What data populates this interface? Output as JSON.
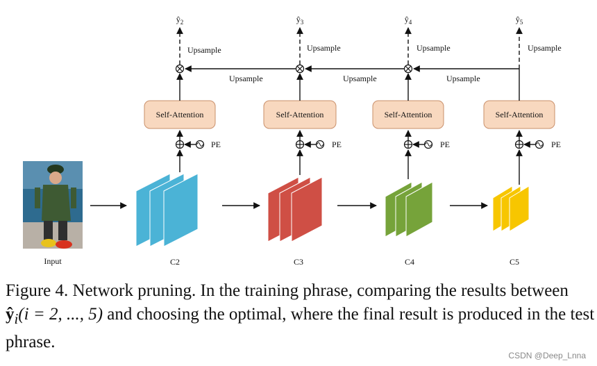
{
  "figure": {
    "input_label": "Input",
    "stages": [
      {
        "label": "C2",
        "output": "y",
        "sub": "2",
        "color": "#4bb3d6"
      },
      {
        "label": "C3",
        "output": "y",
        "sub": "3",
        "color": "#cf4f45"
      },
      {
        "label": "C4",
        "output": "y",
        "sub": "4",
        "color": "#76a33a"
      },
      {
        "label": "C5",
        "output": "y",
        "sub": "5",
        "color": "#f7c600"
      }
    ],
    "attention_label": "Self-Attention",
    "pe_label": "PE",
    "upsample_label": "Upsample",
    "box_fill": "#f8d8bf",
    "box_stroke": "#c98f6a"
  },
  "caption": {
    "lead": "Figure 4. Network pruning. In the training phrase, comparing the results between ",
    "math_y": "ŷ",
    "math_sub": "i",
    "math_range": "(i = 2, ..., 5)",
    "tail": " and choosing the optimal, where the final result is produced in the test phrase."
  },
  "watermark": "CSDN @Deep_Lnna"
}
